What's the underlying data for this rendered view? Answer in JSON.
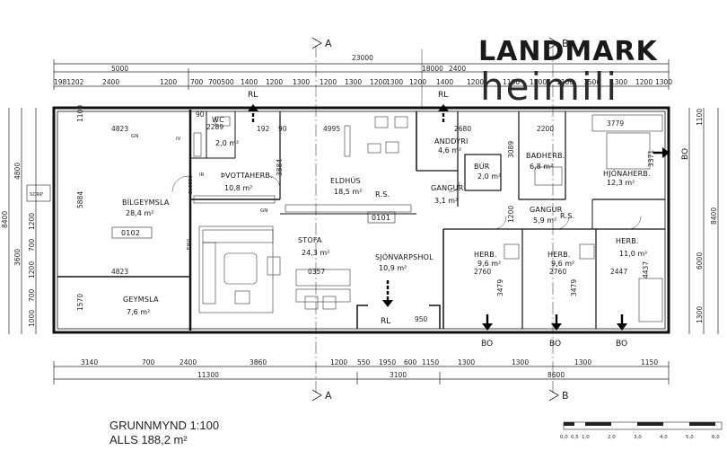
{
  "logo": {
    "line1": "LANDMARK",
    "line2": "heimili"
  },
  "caption": {
    "title": "GRUNNMYND 1:100",
    "total": "ALLS 188,2 m²"
  },
  "sections": {
    "a": "A",
    "b": "B"
  },
  "markers": {
    "rl": "RL",
    "bo": "BO"
  },
  "scale_bar": [
    "0,0",
    "0,5",
    "1,0",
    "2,0",
    "3,0",
    "4,0",
    "5,0",
    "6,0"
  ],
  "rooms": [
    {
      "name": "BÍLGEYMSLA",
      "area": "28,4 m²",
      "code": "0102"
    },
    {
      "name": "GEYMSLA",
      "area": "7,6 m²"
    },
    {
      "name": "WC",
      "area": "2,0 m²"
    },
    {
      "name": "ÞVOTTAHERB.",
      "area": "10,8 m²"
    },
    {
      "name": "ELDHÚS",
      "area": "18,5 m²"
    },
    {
      "name": "STOFA",
      "area": "24,3 m²"
    },
    {
      "name": "SJÓNVARPSHOL",
      "area": "10,9 m²"
    },
    {
      "name": "ANDDYRI",
      "area": "4,6 m²"
    },
    {
      "name": "BÚR",
      "area": "2,0 m²"
    },
    {
      "name": "GANGUR",
      "area": "3,1 m²"
    },
    {
      "name": "BAÐHERB.",
      "area": "6,8 m²"
    },
    {
      "name": "HJÓNAHERB.",
      "area": "12,3 m²"
    },
    {
      "name": "GANGUR",
      "area": "5,9 m²"
    },
    {
      "name": "HERB.",
      "area": "9,6 m²"
    },
    {
      "name": "HERB.",
      "area": "9,6 m²"
    },
    {
      "name": "HERB.",
      "area": "11,0 m²"
    }
  ],
  "labels": {
    "rs": "R.S.",
    "code_main": "0101",
    "sorp": "SORP",
    "gn": "GN",
    "ir": "IR",
    "iv": "IV",
    "elcs": "ELCS30",
    "e160": "EI60",
    "d0357": "0357"
  },
  "dims_top_outer": [
    "23000"
  ],
  "dims_top_mid": [
    "5000",
    "18000",
    "2400"
  ],
  "dims_top_inner": [
    "1981202",
    "2400",
    "1200",
    "700",
    "700500",
    "1400",
    "1200",
    "1300",
    "1200",
    "1300",
    "1200",
    "1300",
    "1200",
    "1400",
    "1200",
    "1100",
    "1200",
    "1100",
    "1500",
    "1300",
    "1200",
    "1300"
  ],
  "dims_bottom_inner": [
    "3140",
    "700",
    "2400",
    "3860",
    "1200",
    "550",
    "1950",
    "600",
    "1150",
    "1300",
    "1300",
    "1300",
    "1150"
  ],
  "dims_bottom_outer": [
    "11300",
    "3100",
    "8600"
  ],
  "dims_left_outer": [
    "8400"
  ],
  "dims_left_mid": [
    "4800",
    "3600"
  ],
  "dims_left_inner": [
    "1000",
    "700",
    "1200",
    "700",
    "1200"
  ],
  "dims_right_outer": [
    "8400"
  ],
  "dims_right_mid": [
    "1100",
    "6000",
    "1300"
  ],
  "dims_interior": [
    "4823",
    "4823",
    "5884",
    "1570",
    "1100",
    "2289",
    "90",
    "192",
    "3884",
    "4995",
    "2680",
    "3089",
    "2200",
    "3779",
    "3371",
    "2760",
    "2760",
    "2447",
    "3479",
    "3479",
    "4437",
    "950",
    "1200",
    "90"
  ]
}
